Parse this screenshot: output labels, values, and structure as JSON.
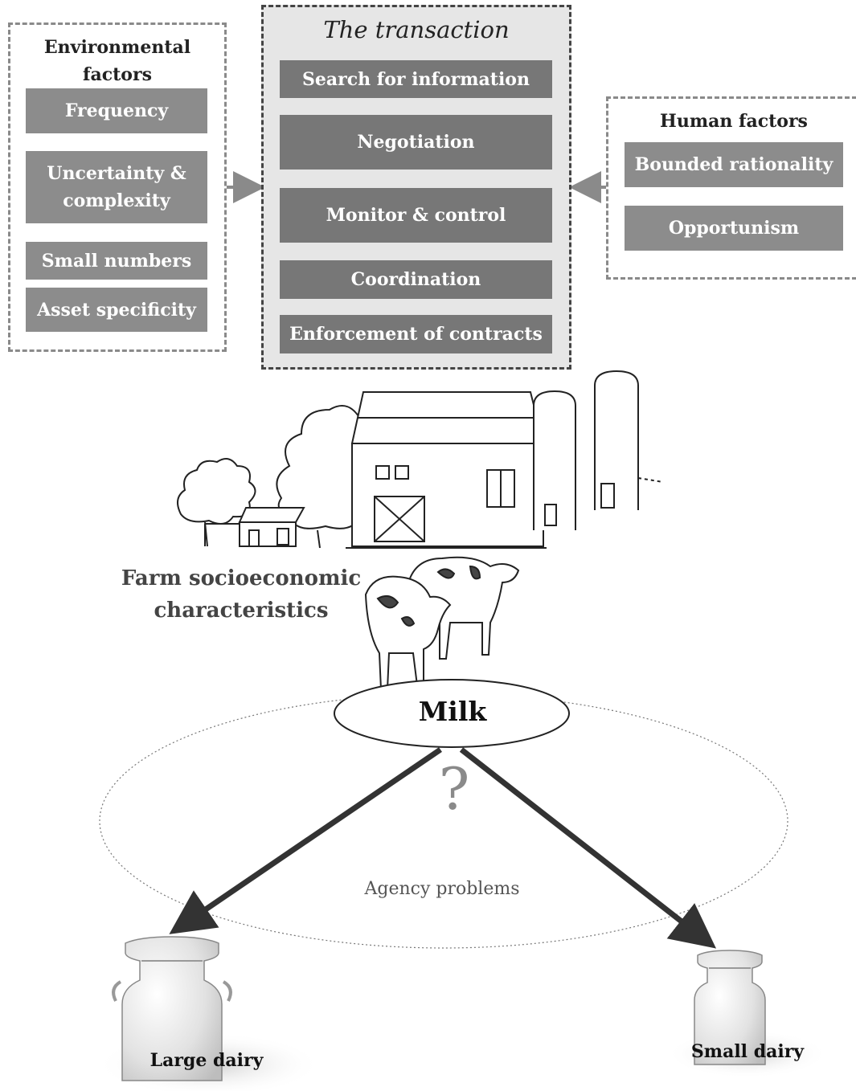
{
  "environmental": {
    "title": "Environmental factors",
    "items": [
      "Frequency",
      "Uncertainty & complexity",
      "Small numbers",
      "Asset specificity"
    ]
  },
  "transaction": {
    "title": "The transaction",
    "items": [
      "Search for information",
      "Negotiation",
      "Monitor & control",
      "Coordination",
      "Enforcement of contracts"
    ]
  },
  "human": {
    "title": "Human factors",
    "items": [
      "Bounded rationality",
      "Opportunism"
    ]
  },
  "farm": {
    "label": "Farm socioeconomic characteristics"
  },
  "milk": {
    "label": "Milk",
    "question": "?"
  },
  "agency": {
    "label": "Agency problems"
  },
  "large_dairy": {
    "label": "Large dairy"
  },
  "small_dairy": {
    "label": "Small dairy"
  },
  "colors": {
    "panel_bg": "#e6e6e6",
    "box_light": "#8c8c8c",
    "box_dark": "#777777",
    "arrow": "#333333"
  }
}
